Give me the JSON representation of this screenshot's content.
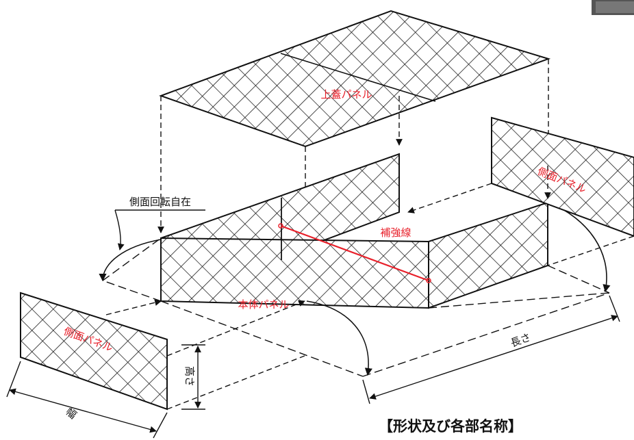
{
  "labels": {
    "top_lid_panel": "上蓋パネル",
    "body_panel": "本体パネル",
    "side_panel_right": "側面パネル",
    "side_panel_left": "側面パネル",
    "reinforcement_wire": "補強線",
    "side_rotation": "側面回転自在",
    "length": "長さ",
    "height": "高さ",
    "width": "幅"
  },
  "caption": "【形状及び各部名称】",
  "colors": {
    "label_accent": "#e8202a",
    "mesh": "#1a1a1a",
    "background": "#ffffff"
  }
}
